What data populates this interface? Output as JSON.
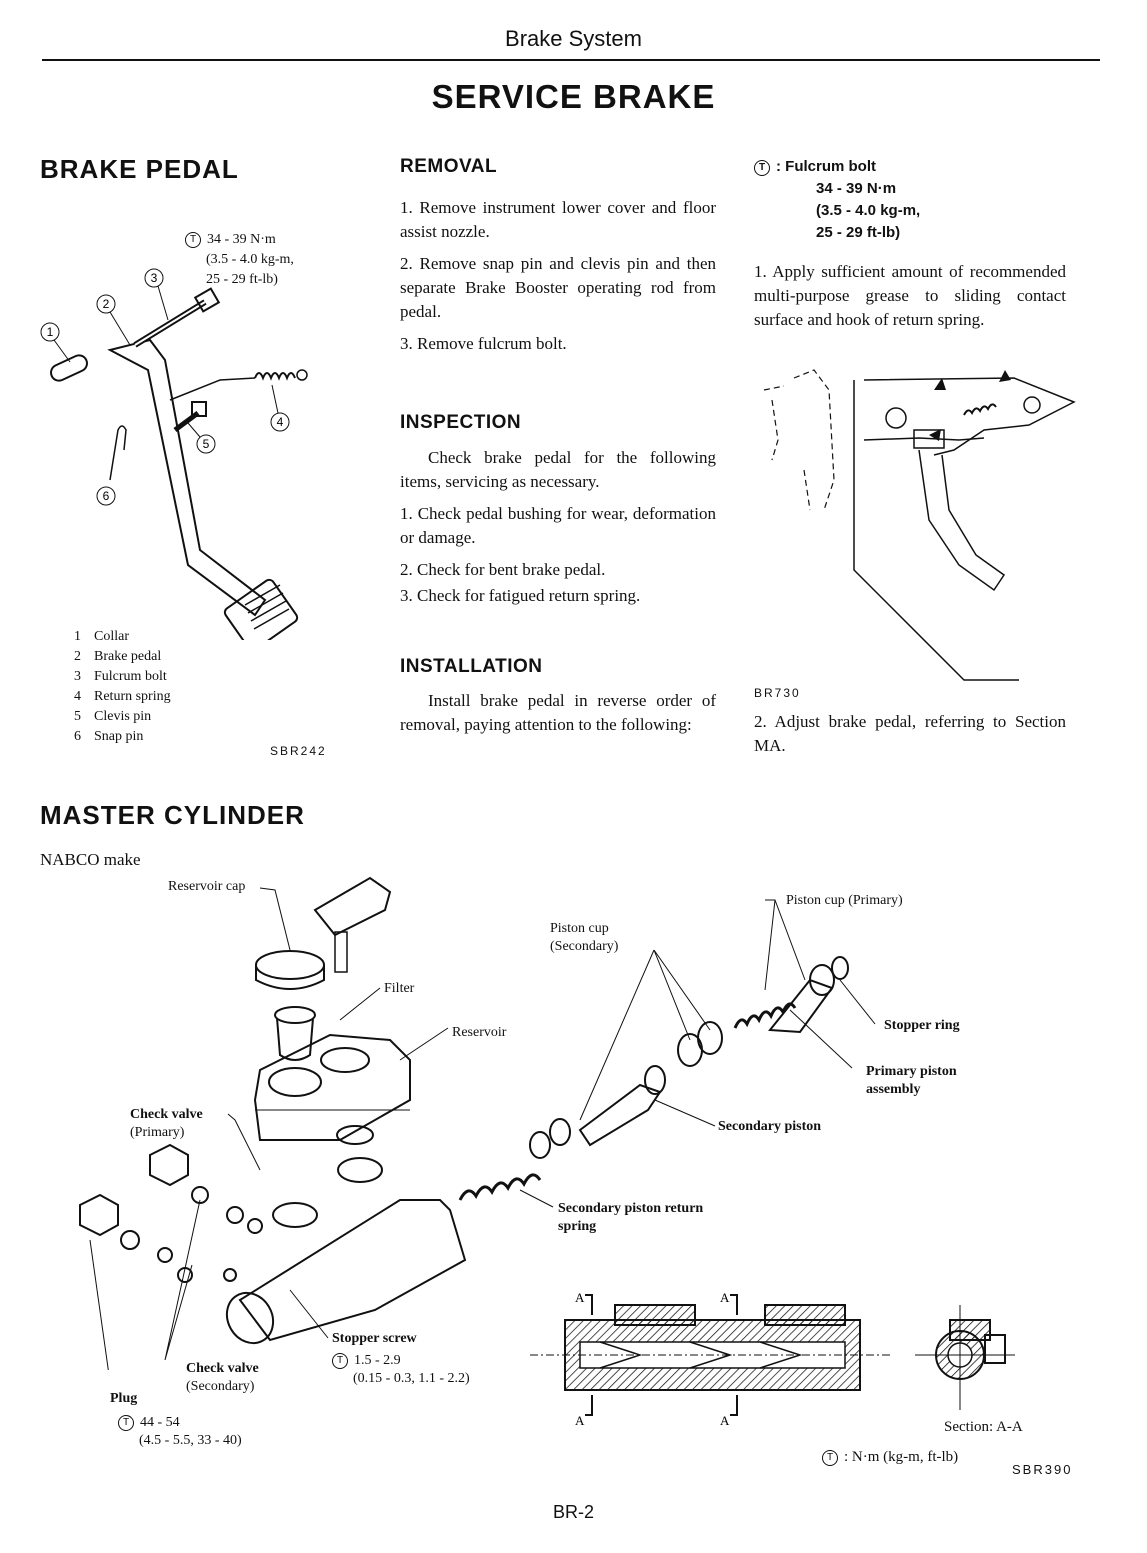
{
  "header": {
    "title": "Brake System",
    "main_title": "SERVICE BRAKE"
  },
  "brake_pedal": {
    "heading": "BRAKE PEDAL",
    "torque_mark": "T",
    "torque": [
      "34 - 39 N·m",
      "(3.5 - 4.0 kg-m,",
      "25 - 29 ft-lb)"
    ],
    "callouts": [
      "1",
      "2",
      "3",
      "4",
      "5",
      "6"
    ],
    "legend": [
      {
        "num": "1",
        "text": "Collar"
      },
      {
        "num": "2",
        "text": "Brake pedal"
      },
      {
        "num": "3",
        "text": "Fulcrum bolt"
      },
      {
        "num": "4",
        "text": "Return spring"
      },
      {
        "num": "5",
        "text": "Clevis pin"
      },
      {
        "num": "6",
        "text": "Snap pin"
      }
    ],
    "figure_code": "SBR242"
  },
  "removal": {
    "heading": "REMOVAL",
    "steps": [
      "1.   Remove instrument lower cover and floor assist nozzle.",
      "2.   Remove snap pin and clevis pin and then separate Brake Booster operating rod from pedal.",
      "3.   Remove fulcrum bolt."
    ]
  },
  "inspection": {
    "heading": "INSPECTION",
    "intro": "Check brake pedal for the following items, servicing as necessary.",
    "steps": [
      "1.   Check pedal bushing for wear, deformation or damage.",
      "2.   Check for bent brake pedal.",
      "3.   Check for fatigued return spring."
    ]
  },
  "installation": {
    "heading": "INSTALLATION",
    "text": "Install brake pedal in reverse order of removal, paying attention to the following:"
  },
  "right_col": {
    "torque_mark": "T",
    "fulcrum_label": ": Fulcrum bolt",
    "fulcrum_torque": [
      "34 - 39 N·m",
      "(3.5 - 4.0 kg-m,",
      "25 - 29 ft-lb)"
    ],
    "step1": "1.   Apply sufficient amount of recommended multi-purpose grease to sliding contact surface and hook of return spring.",
    "figure_code": "BR730",
    "step2": "2.   Adjust brake pedal, referring to Section MA."
  },
  "master_cylinder": {
    "heading": "MASTER CYLINDER",
    "subheading": "NABCO make",
    "labels": {
      "reservoir_cap": "Reservoir cap",
      "filter": "Filter",
      "reservoir": "Reservoir",
      "piston_cup_secondary": [
        "Piston cup",
        "(Secondary)"
      ],
      "piston_cup_primary": "Piston cup (Primary)",
      "stopper_ring": "Stopper ring",
      "primary_piston": [
        "Primary piston",
        "assembly"
      ],
      "secondary_piston": "Secondary piston",
      "check_valve_primary": [
        "Check valve",
        "(Primary)"
      ],
      "secondary_return": [
        "Secondary piston return",
        "spring"
      ],
      "stopper_screw": "Stopper screw",
      "stopper_torque": [
        "1.5 - 2.9",
        "(0.15 - 0.3, 1.1 - 2.2)"
      ],
      "check_valve_secondary": [
        "Check valve",
        "(Secondary)"
      ],
      "plug": "Plug",
      "plug_torque": [
        "44 - 54",
        "(4.5 - 5.5, 33 - 40)"
      ],
      "section_a": "A",
      "section_label": "Section: A-A",
      "unit_note": ": N·m (kg-m, ft-lb)"
    },
    "figure_code": "SBR390"
  },
  "footer": {
    "page": "BR-2"
  }
}
